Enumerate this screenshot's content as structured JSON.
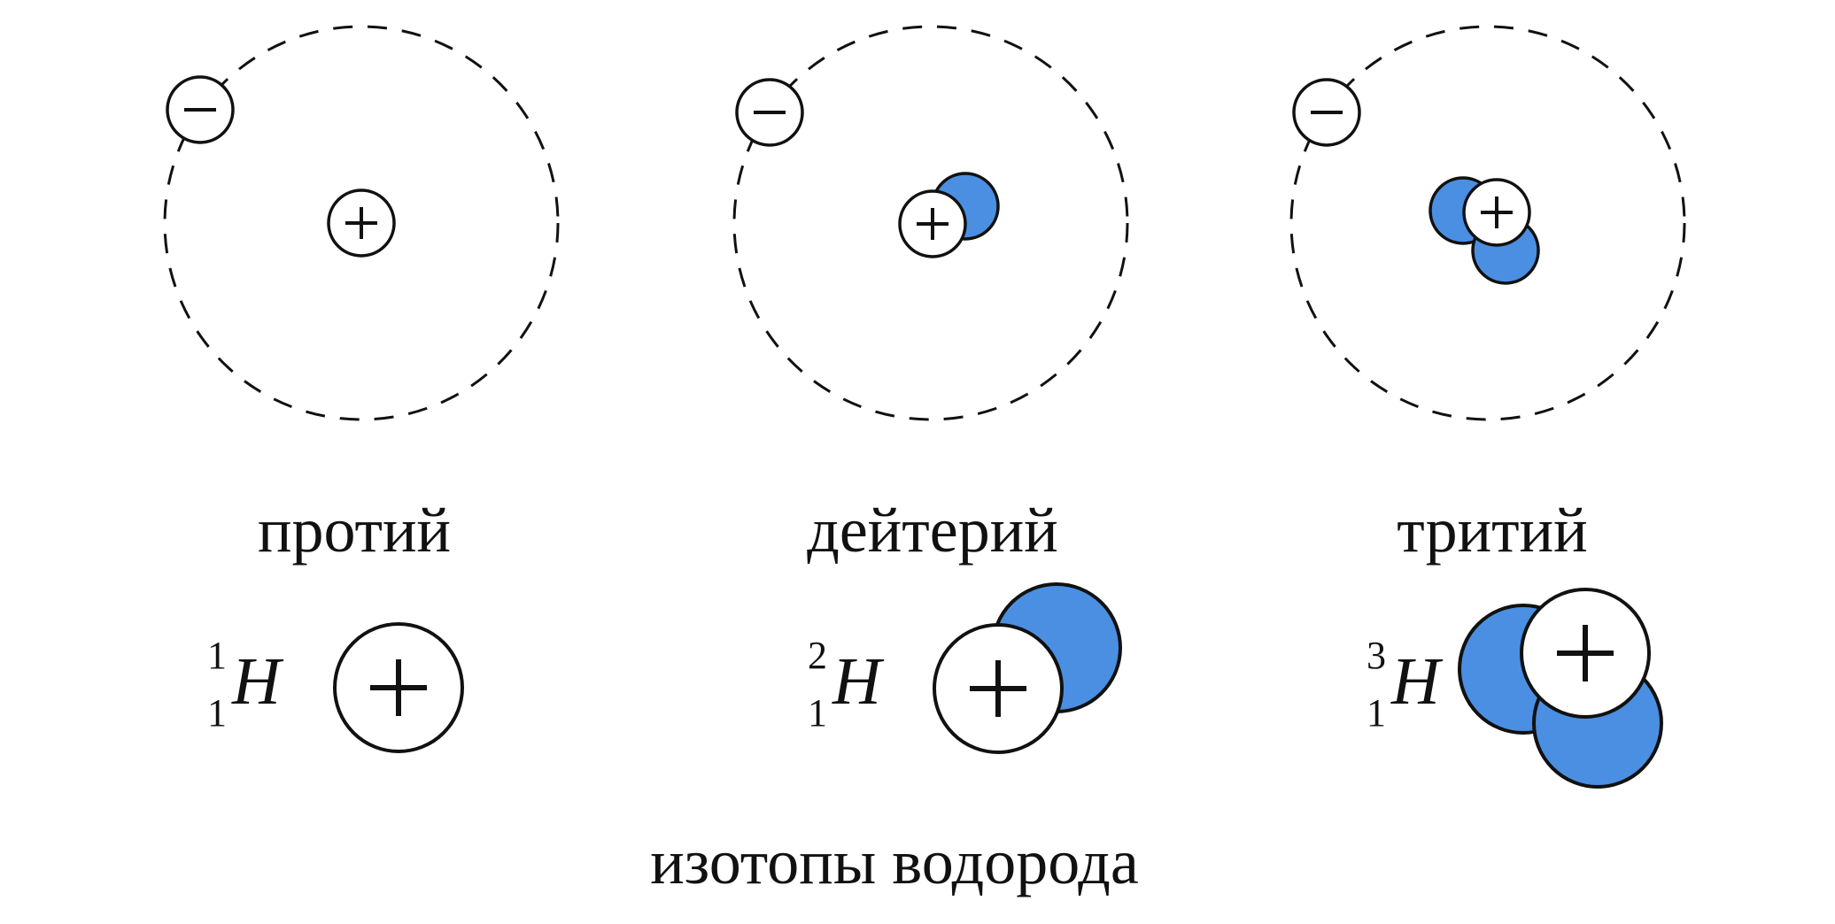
{
  "colors": {
    "neutron": "#4a8fe2",
    "stroke": "#111111",
    "background": "#ffffff"
  },
  "icons": {
    "electron": "minus-in-circle",
    "proton": "plus-in-circle",
    "neutron": "filled-blue-circle"
  },
  "isotopes": [
    {
      "name": "протий",
      "symbol": "H",
      "mass_number": "1",
      "atomic_number": "1",
      "protons": 1,
      "neutrons": 0
    },
    {
      "name": "дейтерий",
      "symbol": "H",
      "mass_number": "2",
      "atomic_number": "1",
      "protons": 1,
      "neutrons": 1
    },
    {
      "name": "тритий",
      "symbol": "H",
      "mass_number": "3",
      "atomic_number": "1",
      "protons": 1,
      "neutrons": 2
    }
  ],
  "caption": "изотопы водорода"
}
